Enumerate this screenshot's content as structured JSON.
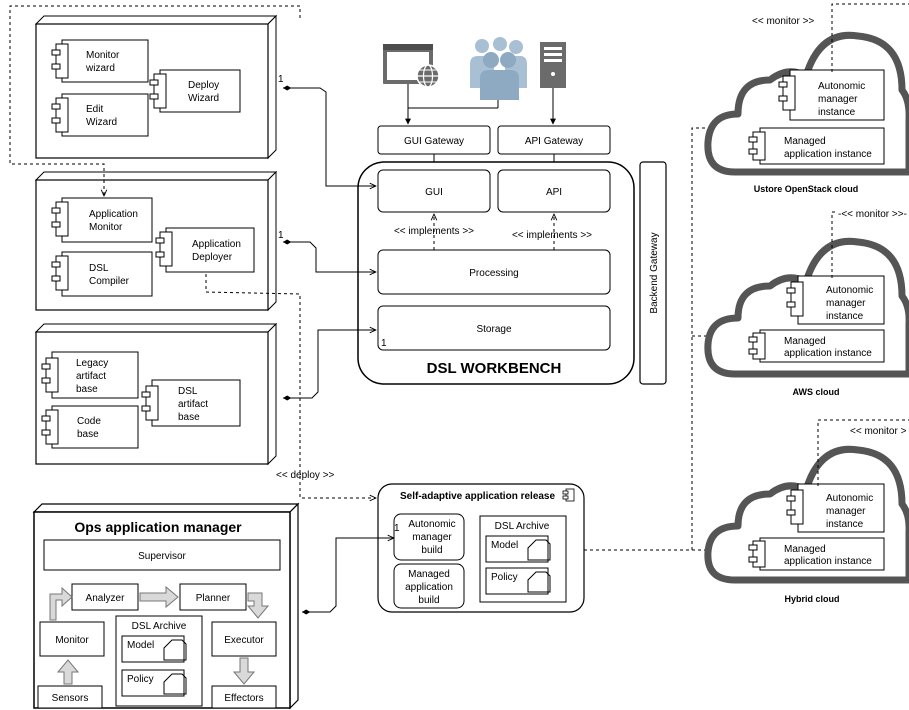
{
  "left_packages": {
    "wizards": {
      "monitor_wizard": [
        "Monitor",
        "wizard"
      ],
      "edit_wizard": [
        "Edit",
        "Wizard"
      ],
      "deploy_wizard": [
        "Deploy",
        "Wizard"
      ],
      "multiplicity": "1"
    },
    "monitoring": {
      "application_monitor": [
        "Application",
        "Monitor"
      ],
      "dsl_compiler": [
        "DSL",
        "Compiler"
      ],
      "application_deployer": [
        "Application",
        "Deployer"
      ],
      "multiplicity": "1"
    },
    "artifacts": {
      "legacy_artifact_base": [
        "Legacy",
        "artifact",
        "base"
      ],
      "code_base": [
        "Code",
        "base"
      ],
      "dsl_artifact_base": [
        "DSL",
        "artifact",
        "base"
      ]
    }
  },
  "workbench": {
    "title": "DSL WORKBENCH",
    "gui_gateway": "GUI Gateway",
    "api_gateway": "API Gateway",
    "gui": "GUI",
    "api": "API",
    "processing": "Processing",
    "storage": "Storage",
    "implements_left": "<< implements >>",
    "implements_right": "<< implements >>",
    "backend_gateway": "Backend Gateway",
    "storage_multiplicity": "1"
  },
  "deploy_label": "<< deploy >>",
  "release": {
    "title": "Self-adaptive application release",
    "autonomic_manager_build": [
      "Autonomic",
      "manager",
      "build"
    ],
    "managed_application_build": [
      "Managed",
      "application",
      "build"
    ],
    "dsl_archive": "DSL Archive",
    "model": "Model",
    "policy": "Policy",
    "multiplicity": "1"
  },
  "ops": {
    "title": "Ops application manager",
    "supervisor": "Supervisor",
    "analyzer": "Analyzer",
    "planner": "Planner",
    "monitor": "Monitor",
    "executor": "Executor",
    "sensors": "Sensors",
    "effectors": "Effectors",
    "dsl_archive": "DSL Archive",
    "model": "Model",
    "policy": "Policy"
  },
  "clouds": [
    {
      "name": "Ustore OpenStack cloud",
      "monitor": "<< monitor >>",
      "autonomic": [
        "Autonomic",
        "manager",
        "instance"
      ],
      "managed": [
        "Managed",
        "application instance"
      ]
    },
    {
      "name": "AWS cloud",
      "monitor": "-<< monitor >>-",
      "autonomic": [
        "Autonomic",
        "manager",
        "instance"
      ],
      "managed": [
        "Managed",
        "application instance"
      ]
    },
    {
      "name": "Hybrid cloud",
      "monitor": "<< monitor >",
      "autonomic": [
        "Autonomic",
        "manager",
        "instance"
      ],
      "managed": [
        "Managed",
        "application instance"
      ]
    }
  ],
  "icons": [
    "browser-globe-icon",
    "users-group-icon",
    "server-icon"
  ],
  "colors": {
    "line": "#000000",
    "cloud_outline": "#555555",
    "icon_gray": "#6b6b6b",
    "icon_blue": "#a9bfd3"
  }
}
